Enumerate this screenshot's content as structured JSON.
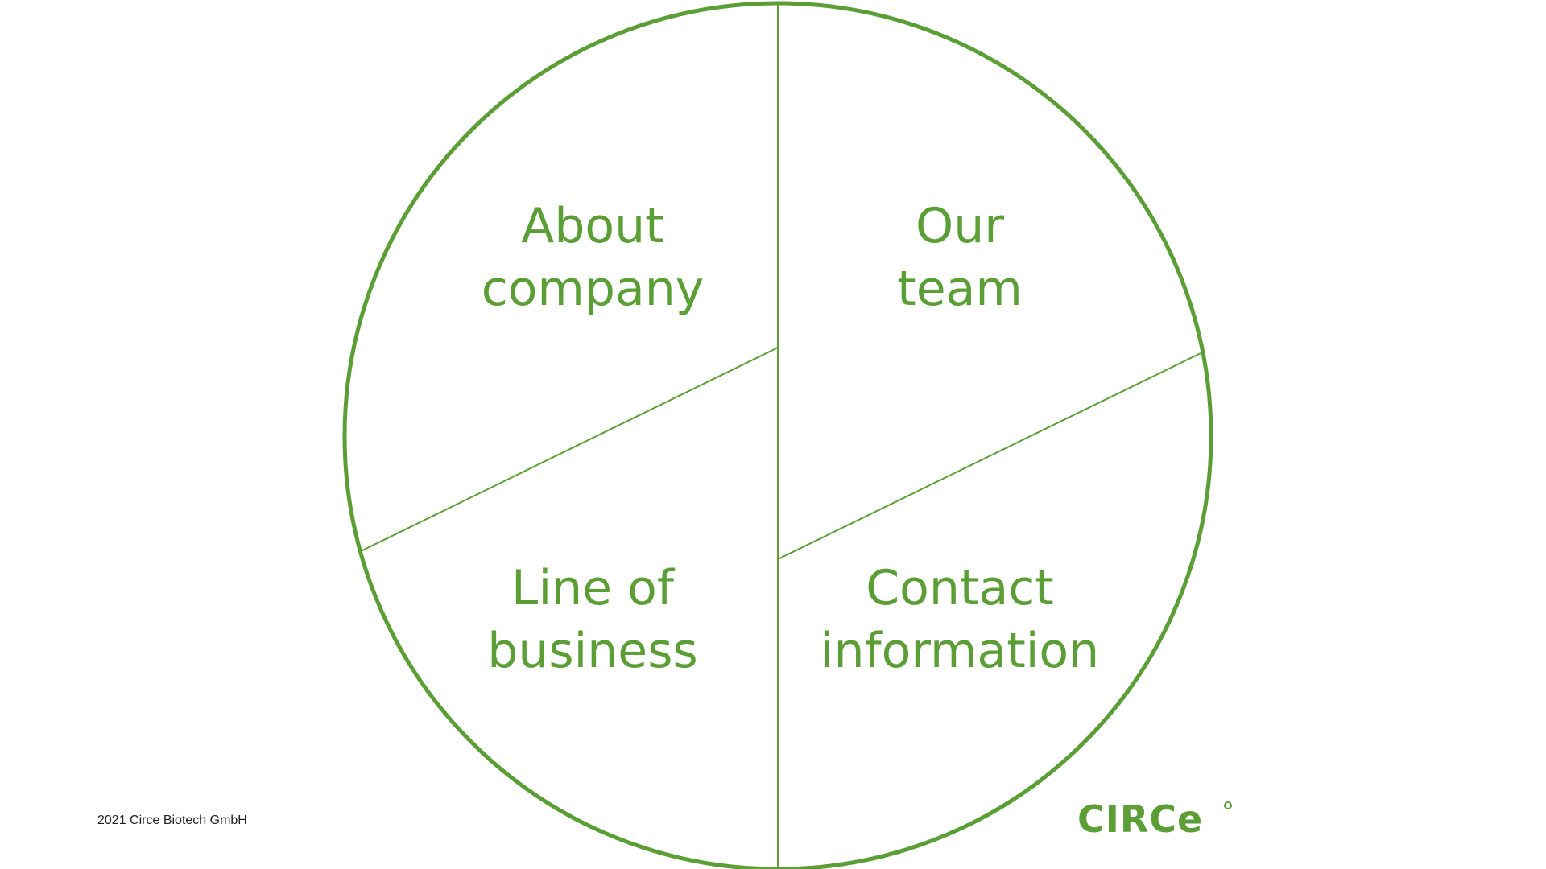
{
  "sections": {
    "about": "About\ncompany",
    "team": "Our\nteam",
    "line": "Line of\nbusiness",
    "contact": "Contact\ninformation"
  },
  "footer": {
    "copyright": "2021 Circe Biotech GmbH"
  },
  "logo": {
    "text": "CIRCe",
    "icon": "registered-dot-icon"
  },
  "colors": {
    "accent": "#5a9e35",
    "text": "#222222",
    "background": "#ffffff"
  }
}
